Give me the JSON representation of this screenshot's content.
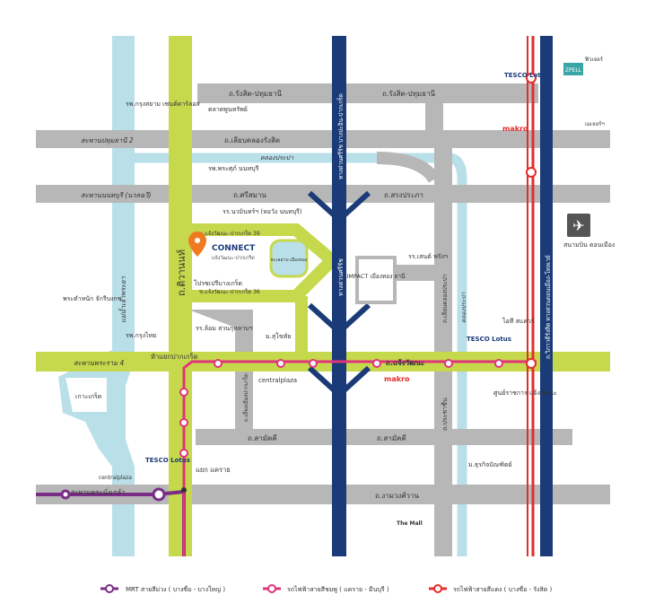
{
  "roads": {
    "rangsit_pathum_left": "ถ.รังสิต-ปทุมธานี",
    "rangsit_pathum_right": "ถ.รังสิต-ปทุมธานี",
    "liap_khlong_rangsit": "ถ.เลียบคลองรังสิต",
    "khlong_prapa": "คลองประปา",
    "si_saman": "ถ.ศรีสมาน",
    "song_prapha": "ถ.สรงประภา",
    "tiwanon": "ถ.ติวานนท์",
    "chaeng_watthana": "ถ.แจ้งวัฒนะ",
    "samakkhi_left": "ถ.สามัคคี",
    "samakkhi_right": "ถ.สามัคคี",
    "ngamwongwan": "ถ.งามวงศ์วาน",
    "prachachuen": "ถ.ประชาชื่น",
    "liap_khlong_prapa": "ถ.เลียบคลองประปา",
    "khlong_prapa_v": "คลองประปา",
    "vibhavadi": "ถ.วิภาวดีรังสิต ทางด่วนดอนเมือง-โทลเวย์",
    "expressway": "ทางด่วนศรีรัช",
    "expressway_top": "ทางด่วนศรีรัช บางปะอิน-ปากเกร็ด",
    "chaeng_39": "ซ.แจ้งวัฒนะ-ปากเกร็ด 39",
    "chaeng_36": "ซ.แจ้งวัฒนะ-ปากเกร็ด 36",
    "muang_thong_soi": "ถ.เลี่ยงเมืองปากเกร็ด",
    "pathum_bridge": "สะพานปทุมธานี 2",
    "nonthaburi_bridge": "สะพานนนทบุรี (นวลฉวี)",
    "rama4_bridge": "สะพานพระราม 4",
    "nangklao_bridge": "สะพานพระนั่งเกล้า",
    "chao_phraya": "แม่น้ำเจ้าพระยา",
    "koh_kret": "เกาะเกร็ด"
  },
  "places": {
    "kasemrad": "รพ.กรุงสยาม เซนต์คาร์ลอส",
    "talad_pornsap": "ตลาดพูนทรัพย์",
    "pakkred_hosp": "รพ.พระศุภ์ นนทบุรี",
    "bangkok_hosp": "รพ.กรุงไทย",
    "school_nawamin": "รร.นวมินทร์ฯ (หอวัง นนทบุรี)",
    "muangthong_lake": "ทะเลสาบ เมืองทอง",
    "impact": "IMPACT เมืองทอง ธานี",
    "sansiri": "รร.เสนต์ ฟรังฯ",
    "provost_school": "รร.ล้อม สวนกุหลาบฯ",
    "sukhothai_uni": "ม.สุโขทัย",
    "rangsit_uni": "ม.ธุรกิจบัณฑิตย์",
    "it_square": "ไอที สแควร์",
    "gov_center": "ศูนย์ราชการ แจ้งวัฒนะ",
    "royal_residence": "พระตำหนัก จักรีบงกช",
    "prince_palace": "โปรซเปรีบางเกร็ด",
    "makro_top": "makro",
    "makro_mid": "makro",
    "zpell": "ZPELL",
    "future_park": "ฟิวเจอร์",
    "major": "เมเจอร์ฯ",
    "don_mueang": "สนามบิน ดอนเมือง",
    "tesco_lotus": "TESCO Lotus",
    "tesco_lotus_2": "TESCO Lotus",
    "tesco_lotus_3": "TESCO Lotus",
    "central_plaza": "centralplaza",
    "central_plaza_2": "centralplaza",
    "the_mall": "The Mall",
    "hae_pakkred": "ห้าแยกปากเกร็ด",
    "khae_rai": "แยก แคราย"
  },
  "project": {
    "name": "CONNECT",
    "sub": "แจ้งวัฒนะ-ปากเกร็ด"
  },
  "legend": {
    "purple": "MRT สายสีม่วง ( บางซื่อ - บางใหญ่ )",
    "pink": "รถไฟฟ้าสายสีชมพู ( แคราย - มีนบุรี )",
    "red": "รถไฟฟ้าสายสีแดง ( บางซื่อ - รังสิต )"
  },
  "colors": {
    "road_gray": "#b7b7b7",
    "main_road_green": "#c6d84b",
    "river_blue": "#b9dfe8",
    "expressway_navy": "#1a3b78",
    "mrt_purple": "#7a2d86",
    "pink_line": "#e0357a",
    "red_line": "#e42c2c",
    "pin_orange": "#f07a22"
  }
}
